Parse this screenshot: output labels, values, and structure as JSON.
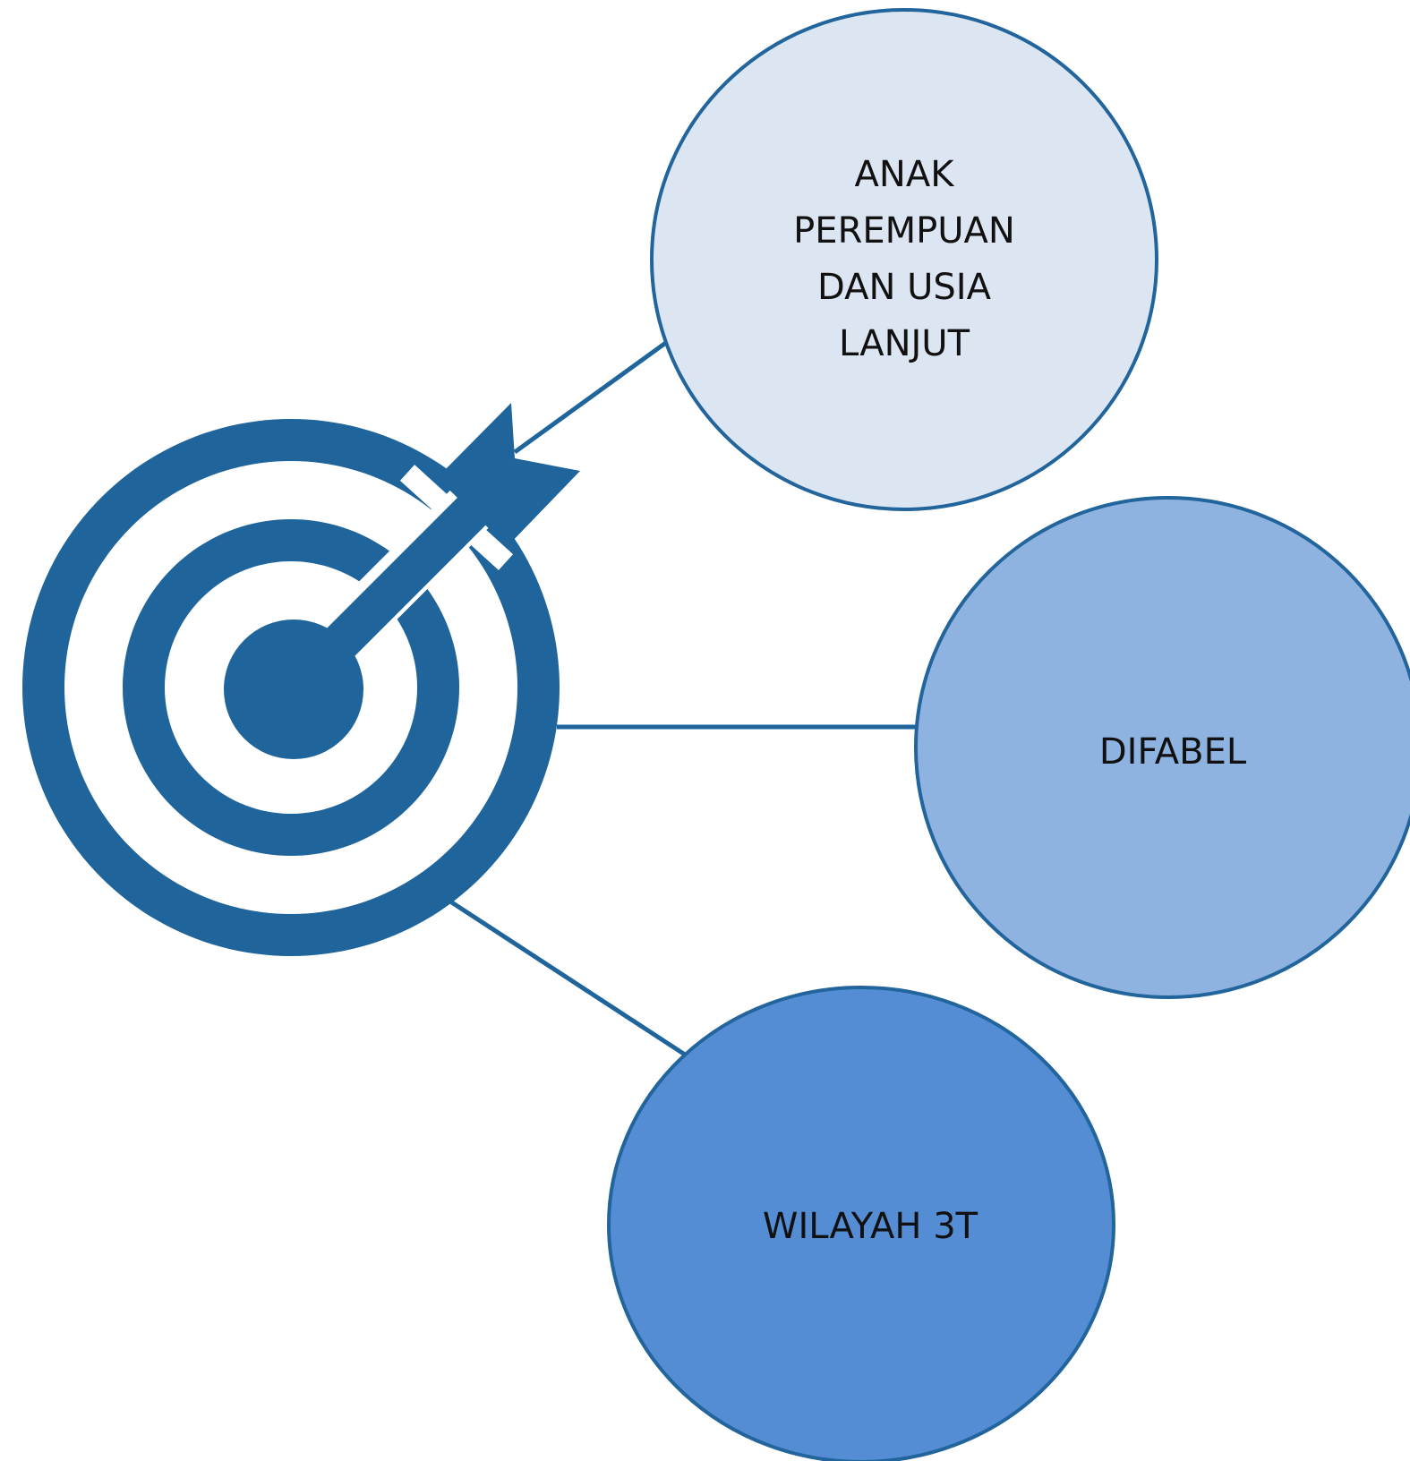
{
  "colors": {
    "icon": "#1f659c",
    "connector": "#1f659c",
    "circle_stroke": "#22649c",
    "circle_1_fill": "#dce5f2",
    "circle_2_fill": "#8fb3e1",
    "circle_3_fill": "#548dd4",
    "text": "#111111"
  },
  "icons": {
    "center": "target-with-arrow-icon"
  },
  "nodes": [
    {
      "label": "ANAK\nPEREMPUAN\nDAN USIA\nLANJUT"
    },
    {
      "label": "DIFABEL"
    },
    {
      "label": "WILAYAH 3T"
    }
  ]
}
